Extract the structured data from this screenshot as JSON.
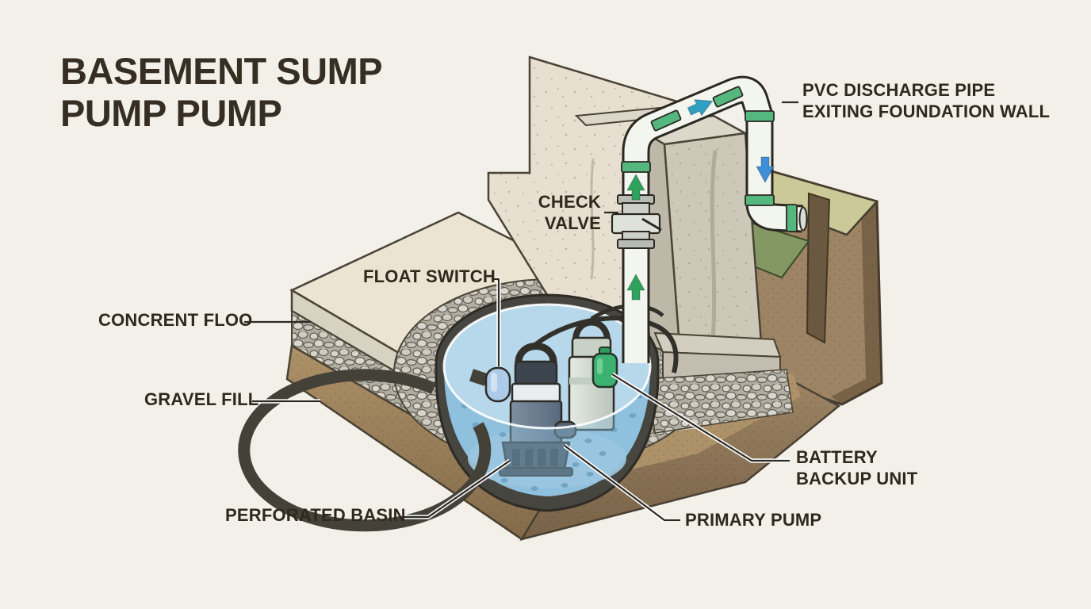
{
  "title": "BASEMENT SUMP\nPUMP PUMP",
  "labels": {
    "pvc_discharge_pipe": "PVC DISCHARGE PIPE\nEXITING FOUNDATION WALL",
    "check_valve": "CHECK\nVALVE",
    "float_switch": "FLOAT SWITCH",
    "concrete_floor": "CONCRENT FLOO",
    "gravel_fill": "GRAVEL FILL",
    "perforated_basin": "PERFORATED BASIN",
    "primary_pump": "PRIMARY PUMP",
    "battery_backup_unit": "BATTERY\nBACKUP UNIT"
  },
  "colors": {
    "bg": "#f3f0e9",
    "ink": "#30281d",
    "title_ink": "#362e22",
    "leader": "#2e2a24",
    "water": "#8fc0dd",
    "water_surface": "#b7d8ea",
    "water_deep": "#a3cae2",
    "pipe": "#f3f5ef",
    "pipe_outline": "#2b2822",
    "coupling_green": "#54b87e",
    "arrow_up": "#2fa25d",
    "arrow_horizontal": "#2f9fc2",
    "arrow_down": "#3e8ed8",
    "basin": "#474540",
    "rim": "#434138",
    "slab": "#ece4d3",
    "concrete": "#cdc8b8",
    "concrete_light": "#dcd7c9",
    "gravel": "#b0ada1",
    "pebble": "#d8d6ce",
    "soil": "#ad9168",
    "soil_mid": "#9c8464",
    "soil_dark": "#8a7355",
    "grass": "#cbc998",
    "grass_green": "#839862",
    "pump_primary_dark": "#3c444e",
    "pump_backup": "#dfe5dc",
    "battery_green": "#3cb271",
    "float_blue": "#abcbe9"
  }
}
